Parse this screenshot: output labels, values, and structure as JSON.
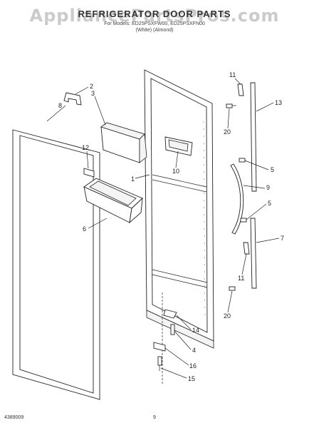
{
  "header": {
    "title": "REFRIGERATOR DOOR PARTS",
    "watermark": "AppliancePartsPros.com",
    "models": "For Models: ED25PSXFW00, ED25PSXFN00",
    "variants": "(White)          (Almond)"
  },
  "callouts": {
    "c1": "1",
    "c2": "2",
    "c3": "3",
    "c4": "4",
    "c5a": "5",
    "c5b": "5",
    "c6": "6",
    "c7": "7",
    "c8": "8",
    "c9": "9",
    "c10": "10",
    "c11a": "11",
    "c11b": "11",
    "c12": "12",
    "c13": "13",
    "c14": "14",
    "c15": "15",
    "c16": "16",
    "c20a": "20",
    "c20b": "20"
  },
  "footer": {
    "left": "4389009",
    "center": "9"
  }
}
